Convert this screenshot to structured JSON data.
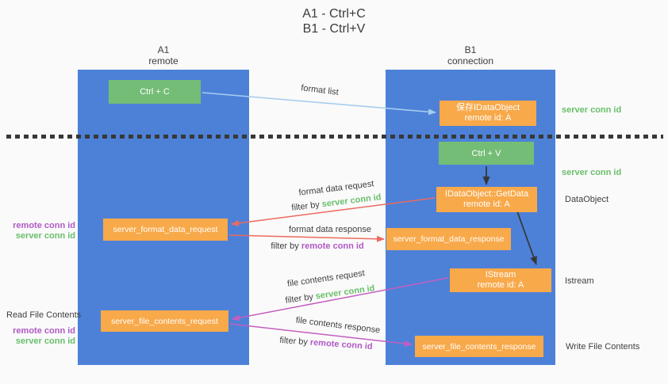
{
  "title": {
    "line1": "A1 - Ctrl+C",
    "line2": "B1 - Ctrl+V"
  },
  "columns": {
    "a1": {
      "name": "A1",
      "subtitle": "remote"
    },
    "b1": {
      "name": "B1",
      "subtitle": "connection"
    }
  },
  "boxes": {
    "ctrl_c": "Ctrl + C",
    "ctrl_v": "Ctrl + V",
    "save_idataobject": {
      "line1": "保存IDataObject",
      "line2": "remote id: A"
    },
    "getdata": {
      "line1": "IDataObject::GetData",
      "line2": "remote id: A"
    },
    "istream": {
      "line1": "IStream",
      "line2": "remote id: A"
    },
    "server_format_data_request": "server_format_data_request",
    "server_format_data_response": "server_format_data_response",
    "server_file_contents_request": "server_file_contents_request",
    "server_file_contents_response": "server_file_contents_response"
  },
  "flow_labels": {
    "format_list": "format list",
    "format_data_request": "format data request",
    "format_data_response": "format data response",
    "file_contents_request": "file contents request",
    "file_contents_response": "file contents response",
    "filter_by": "filter by",
    "server_conn_id": "server conn id",
    "remote_conn_id": "remote conn id"
  },
  "side_labels": {
    "server_conn_id_top": "server conn id",
    "server_conn_id_mid": "server conn id",
    "dataobject": "DataObject",
    "istream": "Istream",
    "write_file_contents": "Write File Contents",
    "read_file_contents": "Read File Contents",
    "remote_conn_id": "remote conn id",
    "server_conn_id": "server conn id"
  },
  "colors": {
    "background": "#fafafa",
    "column_blue": "#4d81d8",
    "box_green": "#74bd76",
    "box_orange": "#f8a94a",
    "arrow_blue": "#a6cdef",
    "arrow_red": "#ed6a60",
    "arrow_magenta": "#c35ec0",
    "arrow_black": "#383838",
    "text_green": "#69bf6a",
    "text_purple": "#b159c5",
    "text_dark": "#3f3f3f",
    "box_text": "#ffffff"
  }
}
